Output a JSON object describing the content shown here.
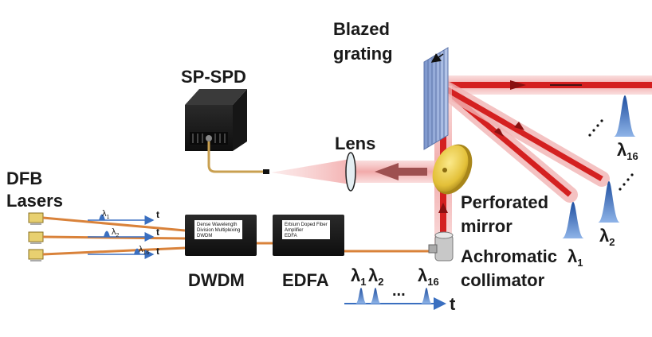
{
  "labels": {
    "grating_line1": "Blazed",
    "grating_line2": "grating",
    "detector": "SP-SPD",
    "lens": "Lens",
    "lasers_line1": "DFB",
    "lasers_line2": "Lasers",
    "mirror_line1": "Perforated",
    "mirror_line2": "mirror",
    "collimator_line1": "Achromatic",
    "collimator_line2": "collimator",
    "dwdm": "DWDM",
    "edfa": "EDFA"
  },
  "boxes": {
    "dwdm_line1": "Dense Wavelength",
    "dwdm_line2": "Division Multiplexing",
    "dwdm_line3": "DWDM",
    "edfa_line1": "Erbium Doped Fiber",
    "edfa_line2": "Amplifier",
    "edfa_line3": "EDFA"
  },
  "laser_traces": [
    {
      "lambda": "λ",
      "sub": "1",
      "t": "t"
    },
    {
      "lambda": "λ",
      "sub": "2",
      "t": "t"
    },
    {
      "lambda": "λ",
      "sub": "16",
      "t": "t"
    }
  ],
  "pulse_train": {
    "l1": "λ",
    "s1": "1",
    "l2": "λ",
    "s2": "2",
    "dots": "...",
    "l16": "λ",
    "s16": "16",
    "t": "t"
  },
  "diffracted": {
    "l16": "λ",
    "s16": "16",
    "l2": "λ",
    "s2": "2",
    "l1": "λ",
    "s1": "1"
  },
  "colors": {
    "beam": "#d42020",
    "beam_glow": "#f4b8b8",
    "fiber": "#d9823a",
    "pulse": "#3a6fc0",
    "device_dark": "#1c1c1c",
    "mirror_gold": "#e8c640",
    "grating_blue": "#8fa8d8"
  }
}
